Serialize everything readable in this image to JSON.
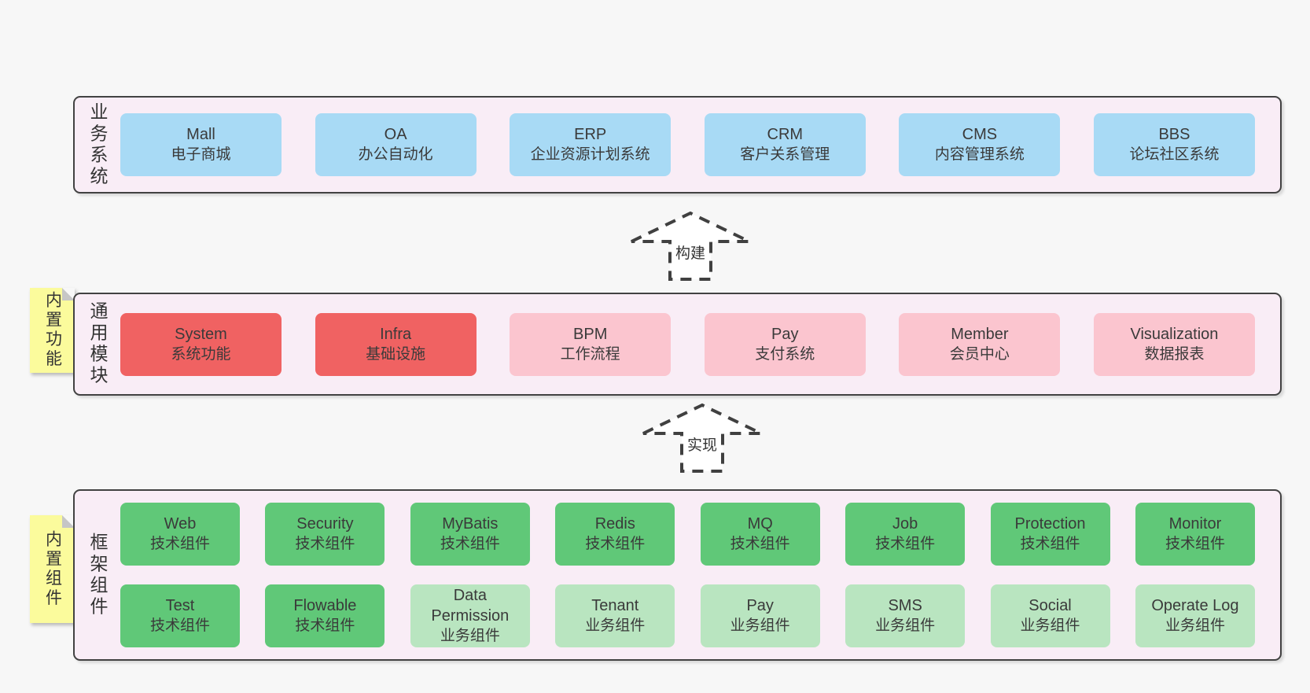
{
  "colors": {
    "page_bg": "#f7f7f7",
    "panel_bg": "#f9edf6",
    "panel_border": "#424242",
    "blue": "#a8daf5",
    "red": "#f06262",
    "pink": "#fbc5cf",
    "green_dark": "#60c878",
    "green_light": "#b9e5c0",
    "note_yellow": "#fbfb9c",
    "text": "#3a3a3a"
  },
  "layers": {
    "business": {
      "label": "业务系统",
      "boxes": [
        {
          "en": "Mall",
          "zh": "电子商城"
        },
        {
          "en": "OA",
          "zh": "办公自动化"
        },
        {
          "en": "ERP",
          "zh": "企业资源计划系统"
        },
        {
          "en": "CRM",
          "zh": "客户关系管理"
        },
        {
          "en": "CMS",
          "zh": "内容管理系统"
        },
        {
          "en": "BBS",
          "zh": "论坛社区系统"
        }
      ]
    },
    "modules": {
      "label": "通用模块",
      "note": "内置功能",
      "boxes": [
        {
          "en": "System",
          "zh": "系统功能"
        },
        {
          "en": "Infra",
          "zh": "基础设施"
        },
        {
          "en": "BPM",
          "zh": "工作流程"
        },
        {
          "en": "Pay",
          "zh": "支付系统"
        },
        {
          "en": "Member",
          "zh": "会员中心"
        },
        {
          "en": "Visualization",
          "zh": "数据报表"
        }
      ]
    },
    "framework": {
      "label": "框架组件",
      "note": "内置组件",
      "row1": [
        {
          "en": "Web",
          "zh": "技术组件"
        },
        {
          "en": "Security",
          "zh": "技术组件"
        },
        {
          "en": "MyBatis",
          "zh": "技术组件"
        },
        {
          "en": "Redis",
          "zh": "技术组件"
        },
        {
          "en": "MQ",
          "zh": "技术组件"
        },
        {
          "en": "Job",
          "zh": "技术组件"
        },
        {
          "en": "Protection",
          "zh": "技术组件"
        },
        {
          "en": "Monitor",
          "zh": "技术组件"
        }
      ],
      "row2": [
        {
          "en": "Test",
          "zh": "技术组件"
        },
        {
          "en": "Flowable",
          "zh": "技术组件"
        },
        {
          "en": "Data Permission",
          "zh": "业务组件"
        },
        {
          "en": "Tenant",
          "zh": "业务组件"
        },
        {
          "en": "Pay",
          "zh": "业务组件"
        },
        {
          "en": "SMS",
          "zh": "业务组件"
        },
        {
          "en": "Social",
          "zh": "业务组件"
        },
        {
          "en": "Operate Log",
          "zh": "业务组件"
        }
      ]
    }
  },
  "arrows": {
    "build": "构建",
    "implement": "实现"
  }
}
